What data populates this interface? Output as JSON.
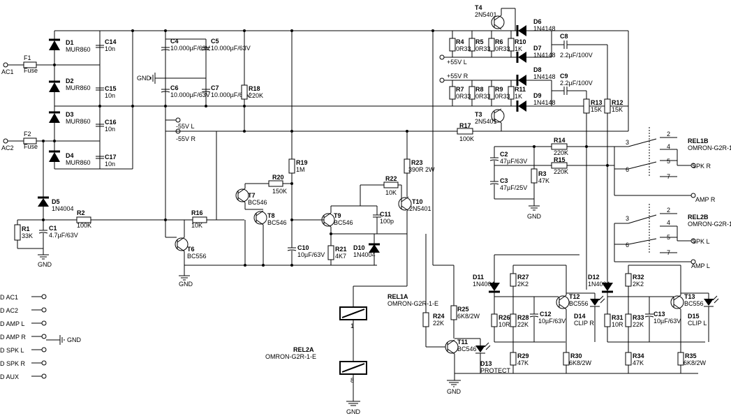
{
  "inputs": {
    "ac1": "AC1",
    "ac2": "AC2",
    "f1": "F1",
    "f2": "F2",
    "fuse": "Fuse"
  },
  "rectifier": {
    "d1": "D1",
    "d2": "D2",
    "d3": "D3",
    "d4": "D4",
    "diode_type": "MUR860",
    "c14": "C14",
    "c15": "C15",
    "c16": "C16",
    "c17": "C17",
    "cap_value": "10n"
  },
  "filter": {
    "c4": "C4",
    "c5": "C5",
    "c6": "C6",
    "c7": "C7",
    "cap_value": "10.000µF/63V",
    "gnd": "GND",
    "minus55_l": "-55V L",
    "minus55_r": "-55V R",
    "r18": "R18",
    "r18_val": "220K"
  },
  "sensing": {
    "d5": "D5",
    "d5_type": "1N4004",
    "r1": "R1",
    "r1_val": "33K",
    "c1": "C1",
    "c1_val": "4.7µF/63V",
    "r2": "R2",
    "r2_val": "100K",
    "gnd": "GND"
  },
  "timer": {
    "t6": "T6",
    "t6_type": "BC556",
    "t7": "T7",
    "t7_type": "BC546",
    "t8": "T8",
    "t8_type": "BC546",
    "r16": "R16",
    "r16_val": "10K",
    "r19": "R19",
    "r19_val": "1M",
    "r20": "R20",
    "r20_val": "150K",
    "c10": "C10",
    "c10_val": "10µF/63V",
    "gnd": "GND"
  },
  "driver": {
    "t9": "T9",
    "t9_type": "BC546",
    "t10": "T10",
    "t10_type": "2N5401",
    "r21": "R21",
    "r21_val": "4K7",
    "d10": "D10",
    "d10_type": "1N4004",
    "r22": "R22",
    "r22_val": "10K",
    "r23": "R23",
    "r23_val": "390R 2W",
    "c11": "C11",
    "c11_val": "100p"
  },
  "dc_protect": {
    "t4": "T4",
    "t4_type": "2N5401",
    "t3": "T3",
    "t3_type": "2N5401",
    "r4": "R4",
    "r5": "R5",
    "r6": "R6",
    "r7": "R7",
    "r8": "R8",
    "r9": "R9",
    "r_small": "0R33",
    "r10": "R10",
    "r11": "R11",
    "r_1k": "1K",
    "d6": "D6",
    "d7": "D7",
    "d8": "D8",
    "d9": "D9",
    "diode_type": "1N4148",
    "c8": "C8",
    "c9": "C9",
    "cap_val": "2.2µF/100V",
    "plus55_l": "+55V L",
    "plus55_r": "+55V R",
    "r13": "R13",
    "r12": "R12",
    "r15k": "15K",
    "r17": "R17",
    "r17_val": "100K"
  },
  "speaker_sense": {
    "r14": "R14",
    "r15": "R15",
    "r220k": "220K",
    "c2": "C2",
    "c2_val": "47µF/63V",
    "c3": "C3",
    "c3_val": "47µF/25V",
    "r3": "R3",
    "r3_val": "47K",
    "gnd": "GND"
  },
  "relays": {
    "rel1b": "REL1B",
    "rel2b": "REL2B",
    "rel_model": "OMRON-G2R-1-",
    "rel1a": "REL1A",
    "rel2a": "REL2A",
    "rel_model_full": "OMRON-G2R-1-E",
    "spk_r": "SPK R",
    "spk_l": "SPK L",
    "amp_r": "AMP R",
    "amp_l": "AMP L",
    "pins": [
      "2",
      "3",
      "4",
      "5",
      "6",
      "7"
    ],
    "coil_pins": [
      "1",
      "8"
    ]
  },
  "clip": {
    "d11": "D11",
    "d12": "D12",
    "d_type": "1N4004",
    "r27": "R27",
    "r32": "R32",
    "r2k2": "2K2",
    "r26": "R26",
    "r31": "R31",
    "r10r": "10R",
    "r28": "R28",
    "r33": "R33",
    "r22k": "22K",
    "c12": "C12",
    "c13": "C13",
    "c_val": "10µF/63V",
    "t12": "T12",
    "t13": "T13",
    "t_type": "BC556",
    "d14": "D14",
    "d15": "D15",
    "clip_r": "CLIP R",
    "clip_l": "CLIP L",
    "r29": "R29",
    "r34": "R34",
    "r47k": "47K",
    "r30": "R30",
    "r35": "R35",
    "r6k8": "6K8/2W"
  },
  "protect": {
    "r24": "R24",
    "r24_val": "22K",
    "r25": "R25",
    "r25_val": "6K8/2W",
    "t11": "T11",
    "t11_type": "BC546",
    "d13": "D13",
    "d13_label": "PROTECT",
    "gnd": "GND"
  },
  "connector": {
    "rows": [
      "D AC1",
      "D AC2",
      "D AMP L",
      "D AMP R",
      "D SPK L",
      "D SPK R",
      "D AUX"
    ],
    "gnd": "GND"
  }
}
